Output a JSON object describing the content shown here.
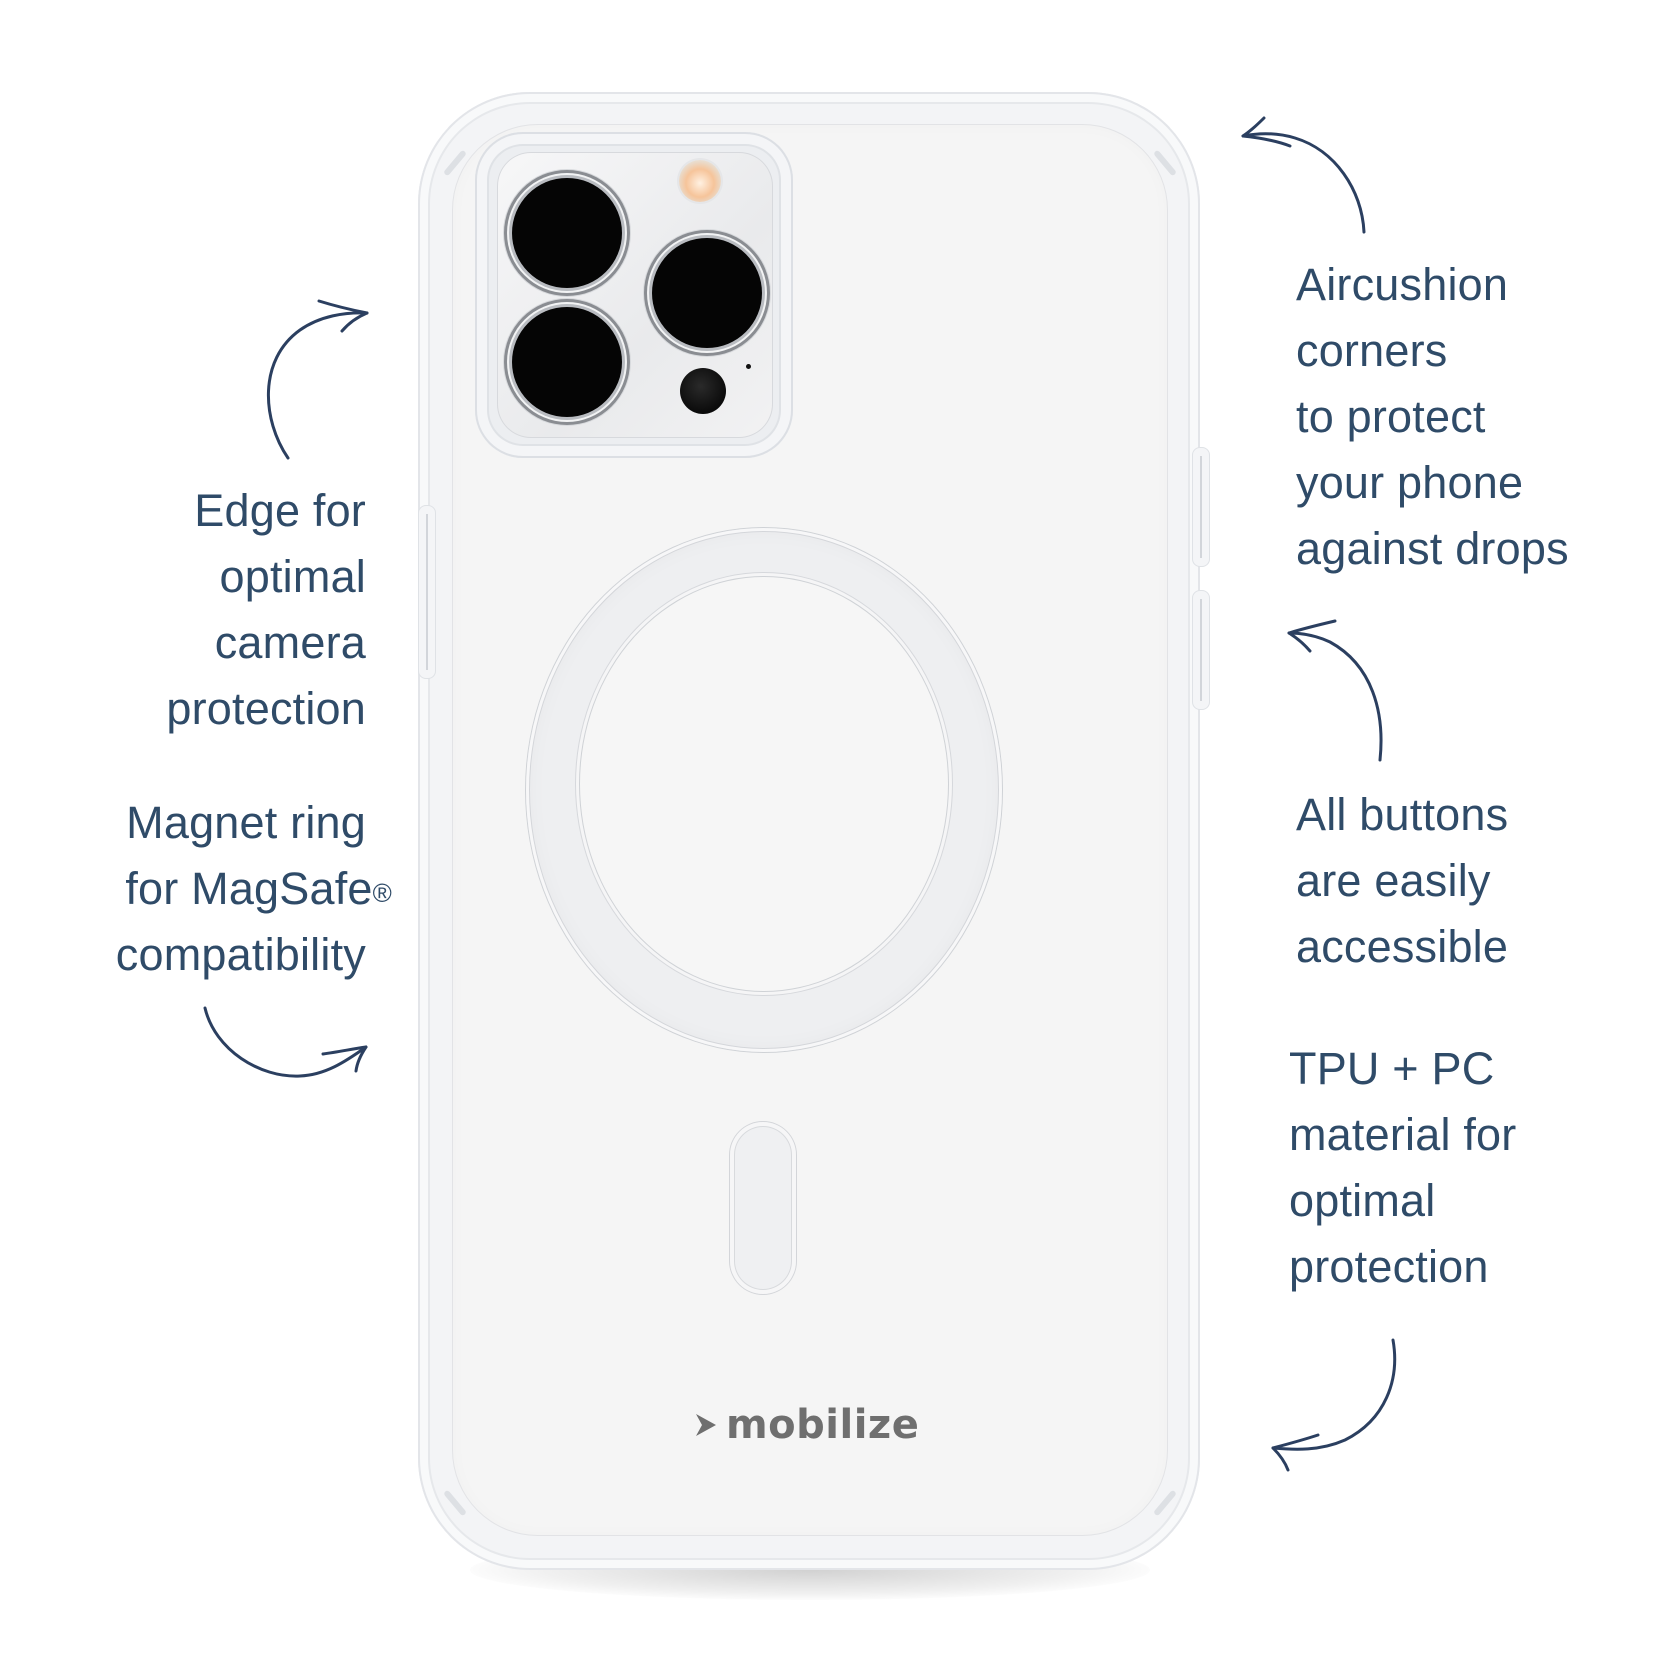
{
  "product": {
    "brand_logo_text": "mobilize",
    "logo_icon": "chevron-right-icon",
    "colors": {
      "text": "#2f4b68",
      "arrow": "#2b3f60",
      "logo": "#6f6f6f",
      "background": "#ffffff"
    }
  },
  "callouts": {
    "left": [
      {
        "id": "camera-edge",
        "lines": [
          "Edge for",
          "optimal",
          "camera",
          "protection"
        ],
        "arrow": "curved-arrow-up-right-icon"
      },
      {
        "id": "magnet-ring",
        "lines": [
          "Magnet ring",
          "for MagSafe",
          "compatibility"
        ],
        "trademark": "®",
        "arrow": "curved-arrow-down-right-icon"
      }
    ],
    "right": [
      {
        "id": "aircushion",
        "lines": [
          "Aircushion",
          "corners",
          "to protect",
          "your phone",
          "against drops"
        ],
        "arrow": "curved-arrow-up-left-icon"
      },
      {
        "id": "buttons",
        "lines": [
          "All buttons",
          "are easily",
          "accessible"
        ],
        "arrow": "curved-arrow-up-left-icon"
      },
      {
        "id": "material",
        "lines": [
          "TPU + PC",
          "material for",
          "optimal",
          "protection"
        ],
        "arrow": "curved-arrow-down-left-icon"
      }
    ]
  }
}
